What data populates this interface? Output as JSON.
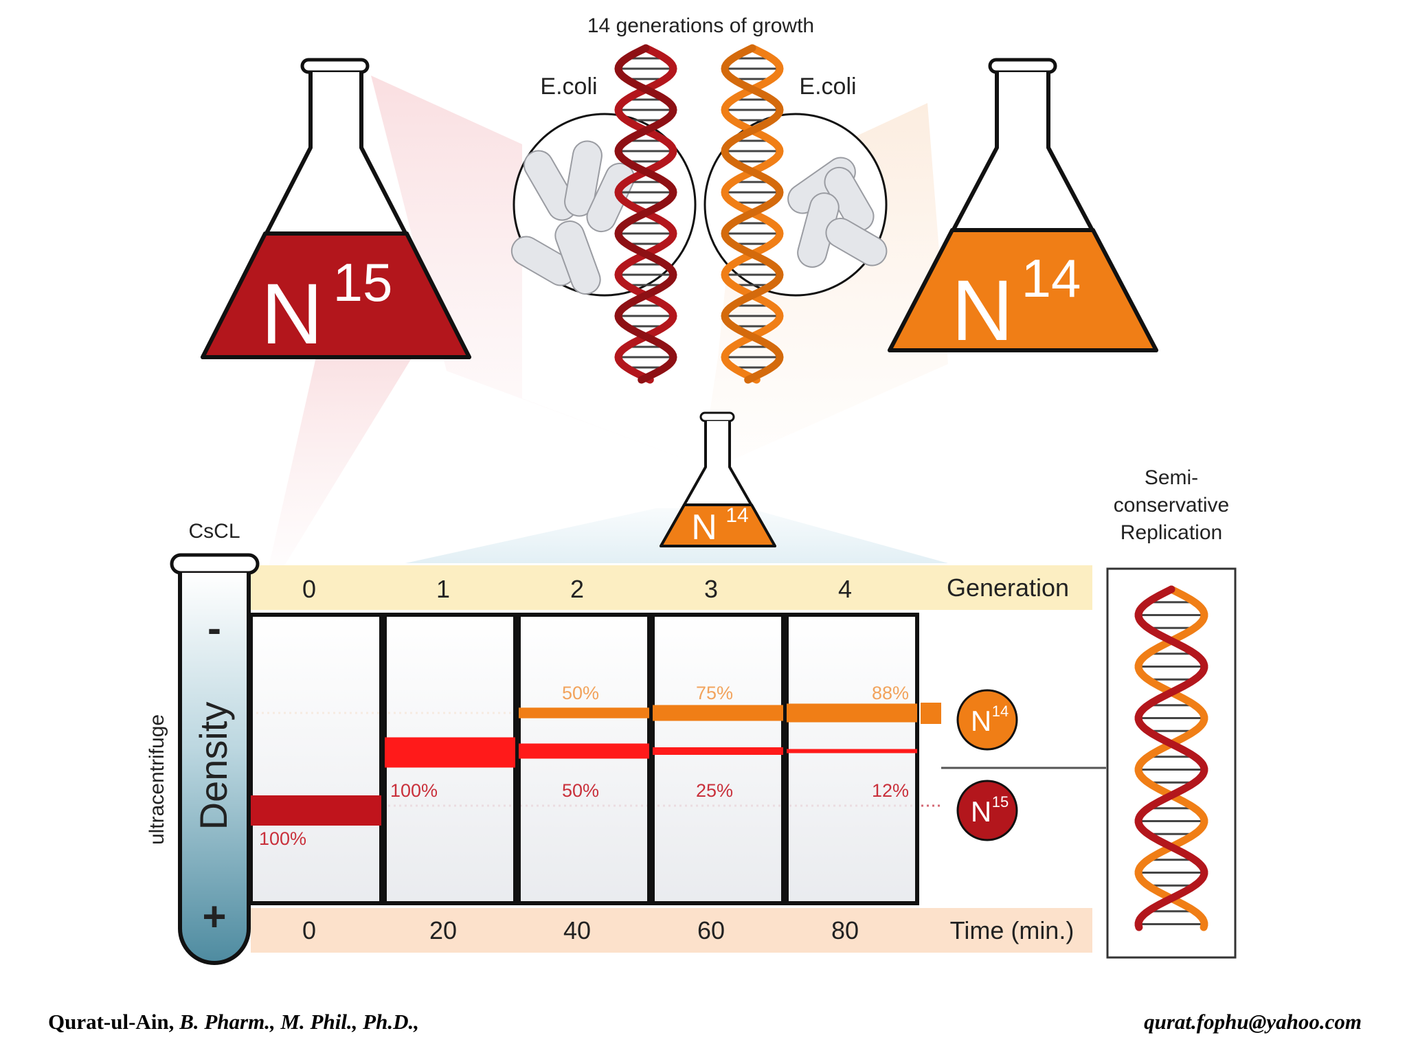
{
  "header": {
    "growth_label": "14 generations of growth"
  },
  "left_flask": {
    "isotope": "N",
    "mass": "15",
    "color": "#b3161c",
    "bacteria_label": "E.coli"
  },
  "right_flask": {
    "isotope": "N",
    "mass": "14",
    "color": "#f07e16",
    "bacteria_label": "E.coli"
  },
  "small_flask": {
    "isotope": "N",
    "mass": "14",
    "color": "#f07e16"
  },
  "tube": {
    "label": "CsCL",
    "minus": "-",
    "plus": "+",
    "axis_label": "Density",
    "side_label": "ultracentrifuge"
  },
  "generations": {
    "label": "Generation",
    "values": [
      "0",
      "1",
      "2",
      "3",
      "4"
    ]
  },
  "times": {
    "label": "Time (min.)",
    "values": [
      "0",
      "20",
      "40",
      "60",
      "80"
    ]
  },
  "lanes": [
    {
      "n14_percent": "",
      "n15_percent": "100%",
      "n14_fraction": 0,
      "n15_fraction": 1
    },
    {
      "n14_percent": "",
      "n15_percent": "100%",
      "n14_fraction": 0,
      "n15_fraction": 1
    },
    {
      "n14_percent": "50%",
      "n15_percent": "50%",
      "n14_fraction": 0.5,
      "n15_fraction": 0.5
    },
    {
      "n14_percent": "75%",
      "n15_percent": "25%",
      "n14_fraction": 0.75,
      "n15_fraction": 0.25
    },
    {
      "n14_percent": "88%",
      "n15_percent": "12%",
      "n14_fraction": 0.88,
      "n15_fraction": 0.12
    }
  ],
  "legend": {
    "n14": {
      "isotope": "N",
      "mass": "14",
      "color": "#f07e16"
    },
    "n15": {
      "isotope": "N",
      "mass": "15",
      "color": "#b3161c"
    }
  },
  "replication": {
    "label_line1": "Semi-",
    "label_line2": "conservative",
    "label_line3": "Replication"
  },
  "footer": {
    "author": "Qurat-ul-Ain,",
    "credentials": "B. Pharm., M. Phil., Ph.D.,",
    "email": "qurat.fophu@yahoo.com"
  }
}
